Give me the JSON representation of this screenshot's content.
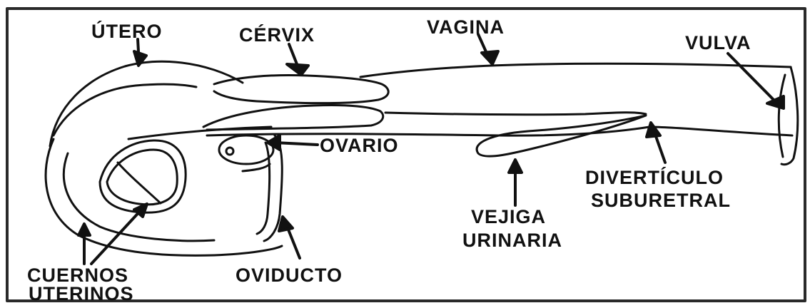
{
  "labels": {
    "utero": "ÚTERO",
    "cervix": "CÉRVIX",
    "vagina": "VAGINA",
    "vulva": "VULVA",
    "ovario": "OVARIO",
    "diverticulo_l1": "DIVERTÍCULO",
    "diverticulo_l2": "SUBURETRAL",
    "vejiga_l1": "VEJIGA",
    "vejiga_l2": "URINARIA",
    "cuernos_l1": "CUERNOS",
    "cuernos_l2": "UTERINOS",
    "oviducto": "OVIDUCTO"
  },
  "colors": {
    "ink": "#111111",
    "border": "#2a2a2a",
    "background": "#ffffff"
  }
}
